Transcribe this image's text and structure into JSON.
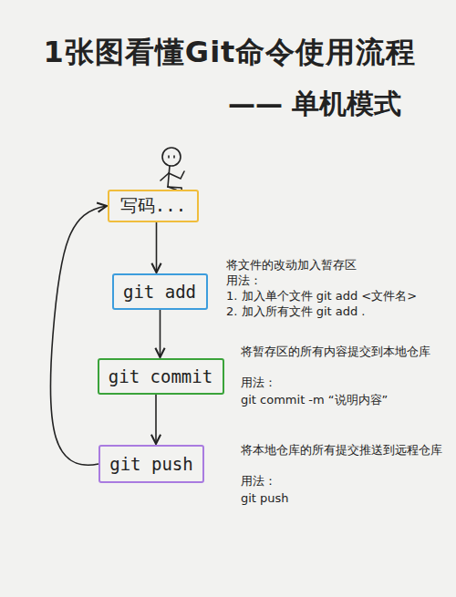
{
  "diagram": {
    "title": "1张图看懂Git命令使用流程",
    "nodes": [
      {
        "text": [
          "写码..."
        ]
      },
      {
        "text": [
          "git add"
        ]
      },
      {
        "text": [
          "git commit"
        ]
      },
      {
        "text": [
          "git push"
        ]
      }
    ],
    "edges": [
      {
        "from": 0,
        "to": 1,
        "arrow": "to"
      },
      {
        "from": 1,
        "to": 2,
        "arrow": "to"
      },
      {
        "from": 2,
        "to": 3,
        "arrow": "to"
      },
      {
        "from": 3,
        "to": 0,
        "arrow": "to"
      }
    ],
    "labels": [
      "—— 单机模式",
      "将文件的改动加入暂存区",
      "用法：",
      "1. 加入单个文件 git add <文件名>",
      "2. 加入所有文件 git add .",
      "将暂存区的所有内容提交到本地仓库",
      "用法：",
      "git commit -m “说明内容”",
      "将本地仓库的所有提交推送到远程仓库",
      "用法：",
      "git push"
    ]
  }
}
